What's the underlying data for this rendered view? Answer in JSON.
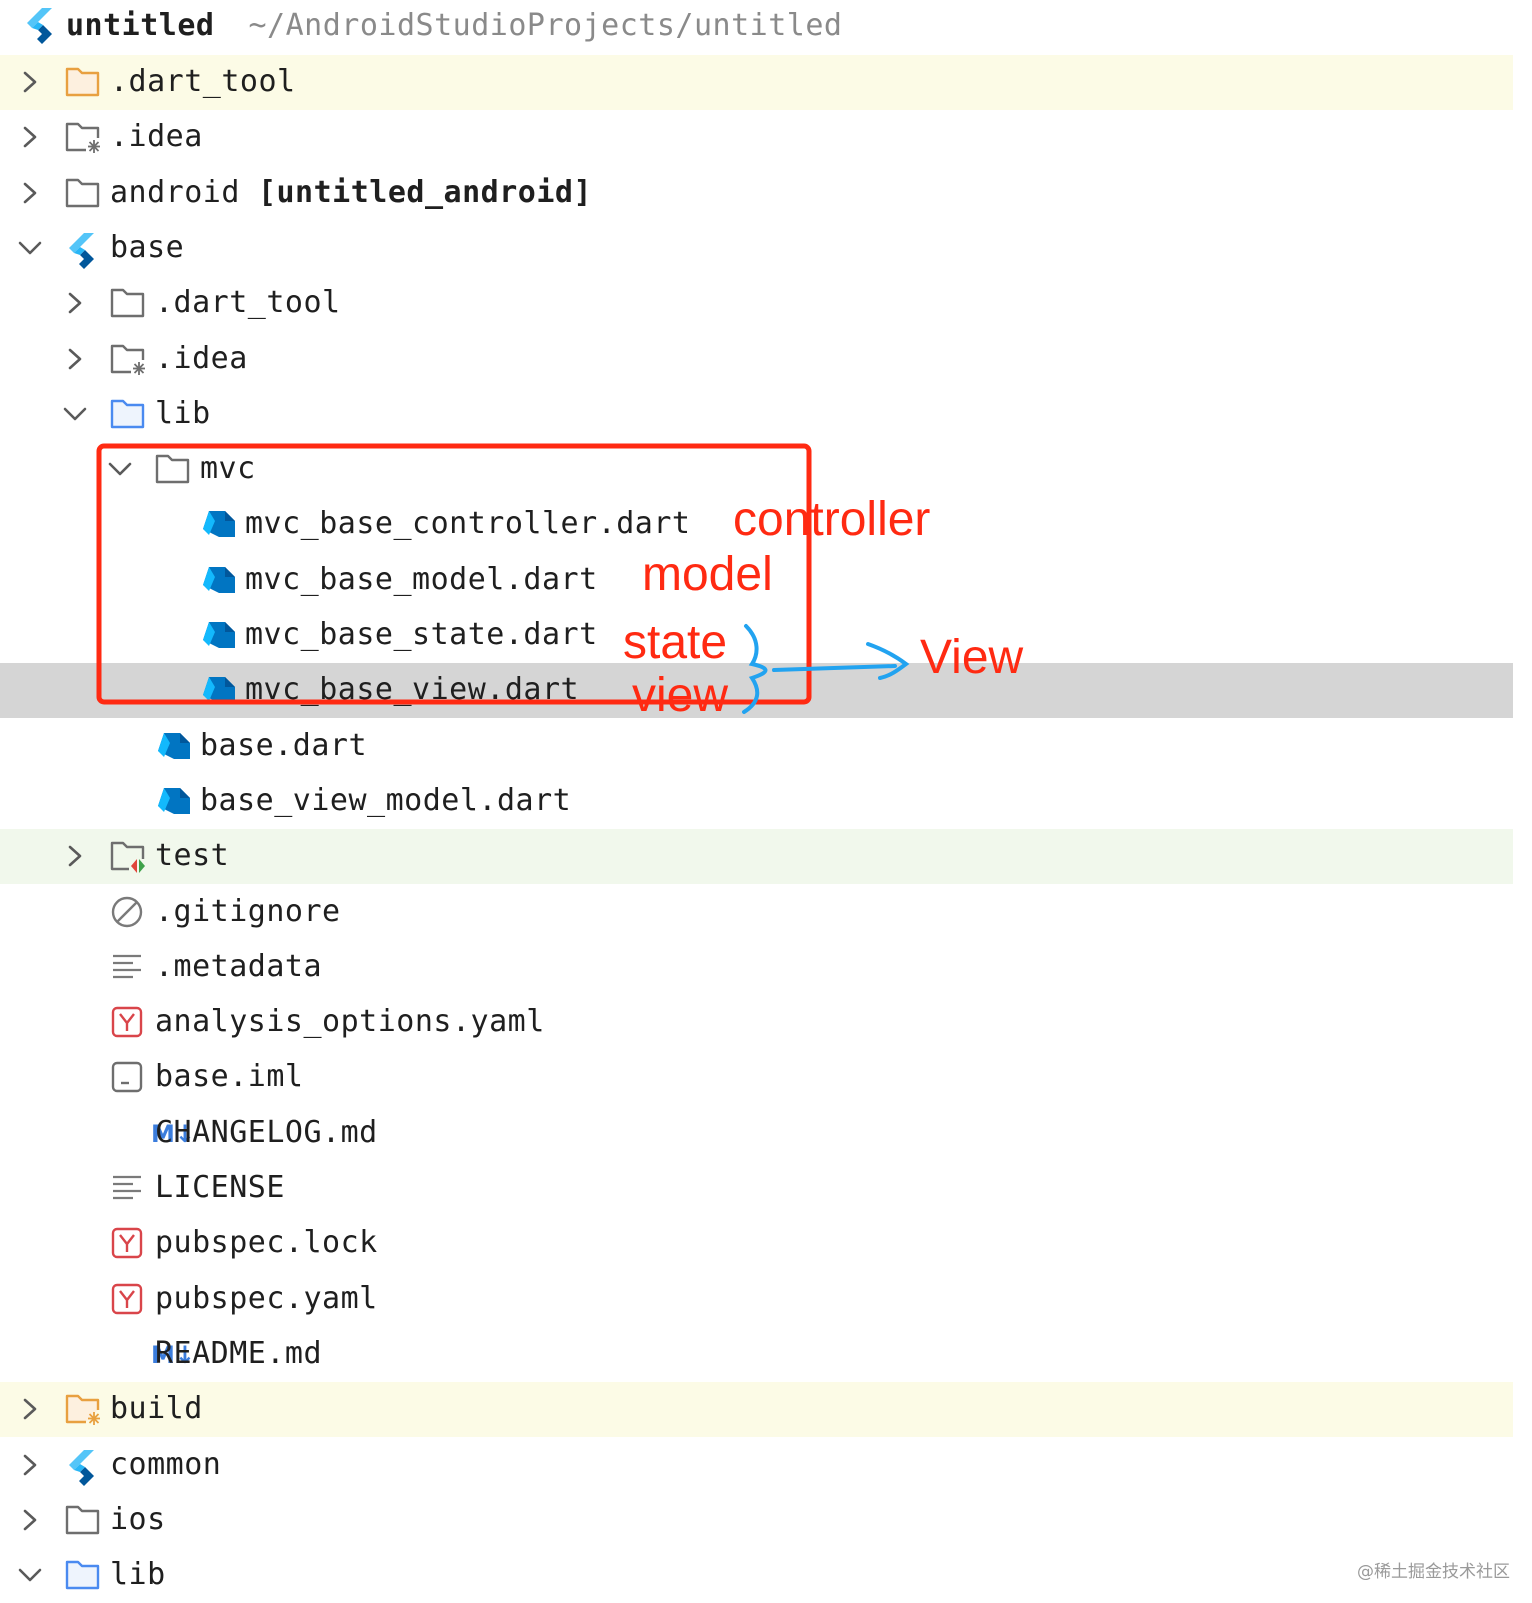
{
  "header": {
    "title": "untitled",
    "path": "~/AndroidStudioProjects/untitled",
    "icon": "flutter-icon"
  },
  "tree": [
    {
      "label": "dart_tool_root",
      "text": ".dart_tool",
      "depth": 0,
      "chevron": "right",
      "icon": "folder-orange-icon",
      "bg": "yellow"
    },
    {
      "label": "idea_root",
      "text": ".idea",
      "depth": 0,
      "chevron": "right",
      "icon": "folder-settings-icon",
      "bg": ""
    },
    {
      "label": "android",
      "text": "android",
      "tag": "[untitled_android]",
      "depth": 0,
      "chevron": "right",
      "icon": "folder-icon",
      "bg": ""
    },
    {
      "label": "base",
      "text": "base",
      "depth": 0,
      "chevron": "down",
      "icon": "flutter-icon",
      "bg": ""
    },
    {
      "label": "base_dart_tool",
      "text": ".dart_tool",
      "depth": 1,
      "chevron": "right",
      "icon": "folder-icon",
      "bg": ""
    },
    {
      "label": "base_idea",
      "text": ".idea",
      "depth": 1,
      "chevron": "right",
      "icon": "folder-settings-icon",
      "bg": ""
    },
    {
      "label": "lib",
      "text": "lib",
      "depth": 1,
      "chevron": "down",
      "icon": "folder-blue-icon",
      "bg": ""
    },
    {
      "label": "mvc",
      "text": "mvc",
      "depth": 2,
      "chevron": "down",
      "icon": "folder-icon",
      "bg": ""
    },
    {
      "label": "mvc_base_controller",
      "text": "mvc_base_controller.dart",
      "depth": 3,
      "chevron": "",
      "icon": "dart-icon",
      "bg": ""
    },
    {
      "label": "mvc_base_model",
      "text": "mvc_base_model.dart",
      "depth": 3,
      "chevron": "",
      "icon": "dart-icon",
      "bg": ""
    },
    {
      "label": "mvc_base_state",
      "text": "mvc_base_state.dart",
      "depth": 3,
      "chevron": "",
      "icon": "dart-icon",
      "bg": ""
    },
    {
      "label": "mvc_base_view",
      "text": "mvc_base_view.dart",
      "depth": 3,
      "chevron": "",
      "icon": "dart-icon",
      "bg": "selected"
    },
    {
      "label": "base_dart",
      "text": "base.dart",
      "depth": 2,
      "chevron": "",
      "icon": "dart-icon",
      "bg": ""
    },
    {
      "label": "base_view_model",
      "text": "base_view_model.dart",
      "depth": 2,
      "chevron": "",
      "icon": "dart-icon",
      "bg": ""
    },
    {
      "label": "test",
      "text": "test",
      "depth": 1,
      "chevron": "right",
      "icon": "folder-test-icon",
      "bg": "green"
    },
    {
      "label": "gitignore",
      "text": ".gitignore",
      "depth": 1,
      "chevron": "",
      "icon": "ignore-icon",
      "bg": ""
    },
    {
      "label": "metadata",
      "text": ".metadata",
      "depth": 1,
      "chevron": "",
      "icon": "text-lines-icon",
      "bg": ""
    },
    {
      "label": "analysis_options",
      "text": "analysis_options.yaml",
      "depth": 1,
      "chevron": "",
      "icon": "yaml-icon",
      "bg": ""
    },
    {
      "label": "base_iml",
      "text": "base.iml",
      "depth": 1,
      "chevron": "",
      "icon": "module-icon",
      "bg": ""
    },
    {
      "label": "changelog",
      "text": "CHANGELOG.md",
      "depth": 1,
      "chevron": "",
      "icon": "markdown-icon",
      "bg": ""
    },
    {
      "label": "license",
      "text": "LICENSE",
      "depth": 1,
      "chevron": "",
      "icon": "text-lines-icon",
      "bg": ""
    },
    {
      "label": "pubspec_lock",
      "text": "pubspec.lock",
      "depth": 1,
      "chevron": "",
      "icon": "yaml-icon",
      "bg": ""
    },
    {
      "label": "pubspec_yaml",
      "text": "pubspec.yaml",
      "depth": 1,
      "chevron": "",
      "icon": "yaml-icon",
      "bg": ""
    },
    {
      "label": "readme",
      "text": "README.md",
      "depth": 1,
      "chevron": "",
      "icon": "markdown-icon",
      "bg": ""
    },
    {
      "label": "build",
      "text": "build",
      "depth": 0,
      "chevron": "right",
      "icon": "folder-orange-settings-icon",
      "bg": "yellow"
    },
    {
      "label": "common",
      "text": "common",
      "depth": 0,
      "chevron": "right",
      "icon": "flutter-icon",
      "bg": ""
    },
    {
      "label": "ios",
      "text": "ios",
      "depth": 0,
      "chevron": "right",
      "icon": "folder-icon",
      "bg": ""
    },
    {
      "label": "lib_root",
      "text": "lib",
      "depth": 0,
      "chevron": "down",
      "icon": "folder-blue-icon",
      "bg": ""
    }
  ],
  "markdown_glyph": "M↓",
  "annotations": {
    "controller": "controller",
    "model": "model",
    "state": "state",
    "view_small": "view",
    "view_big": "View"
  },
  "colors": {
    "annotation_red": "#ff2a12",
    "annotation_blue": "#22a3f0",
    "row_yellow": "#fcfbe6",
    "row_green": "#f1f8ec",
    "row_selected": "#d5d5d5"
  },
  "watermark": "@稀土掘金技术社区"
}
